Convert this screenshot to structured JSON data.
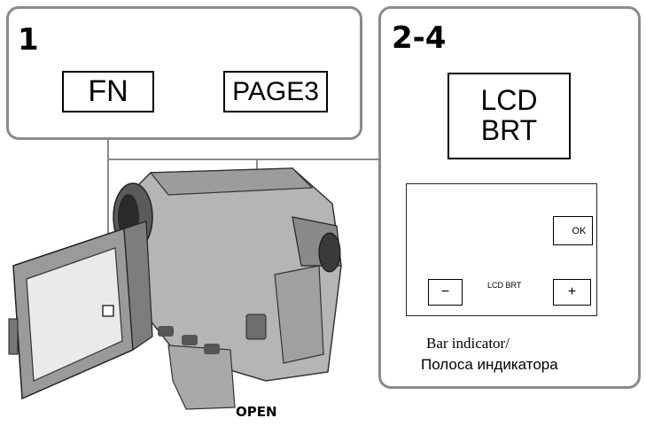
{
  "step1": {
    "number": "1",
    "button": "FN",
    "target": "PAGE3"
  },
  "step2": {
    "number": "2-4",
    "menu_item_line1": "LCD",
    "menu_item_line2": "BRT",
    "screen": {
      "ok_label": "OK",
      "minus_label": "−",
      "plus_label": "+",
      "bar_label": "LCD BRT"
    },
    "caption_line1": "Bar indicator/",
    "caption_line2": "Полоса индикатора"
  },
  "camera": {
    "open_label": "OPEN"
  },
  "colors": {
    "panel_border": "#8a8a8a",
    "camera_body": "#b5b5b5",
    "camera_dark": "#6e6e6e"
  }
}
